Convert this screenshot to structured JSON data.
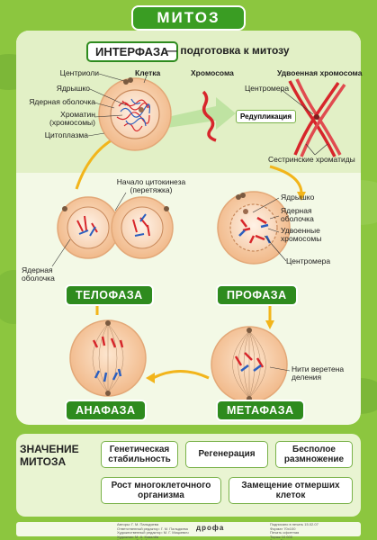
{
  "title": "МИТОЗ",
  "interphase": {
    "title": "ИНТЕРФАЗА",
    "subtitle": "— подготовка к митозу",
    "cell_labels": {
      "cell": "Клетка",
      "centrioles": "Центриоли",
      "nucleolus": "Ядрышко",
      "nuclear_envelope": "Ядерная оболочка",
      "chromatin": "Хроматин (хромосомы)",
      "cytoplasm": "Цитоплазма"
    },
    "chromosome": "Хромосома",
    "doubled_chromosome": "Удвоенная хромосома",
    "centromere": "Центромера",
    "replication": "Редупликация",
    "sister_chromatids": "Сестринские хроматиды"
  },
  "telophase": {
    "label": "ТЕЛОФАЗА",
    "cytokinesis": "Начало цитокинеза (перетяжка)",
    "nuclear_envelope": "Ядерная оболочка"
  },
  "prophase": {
    "label": "ПРОФАЗА",
    "nucleolus": "Ядрышко",
    "nuclear_envelope": "Ядерная оболочка",
    "doubled_chromosomes": "Удвоенные хромосомы",
    "centromere": "Центромера"
  },
  "metaphase": {
    "label": "МЕТАФАЗА",
    "spindle": "Нити веретена деления"
  },
  "anaphase": {
    "label": "АНАФАЗА"
  },
  "significance": {
    "title_line1": "ЗНАЧЕНИЕ",
    "title_line2": "МИТОЗА",
    "items": [
      "Генетическая стабильность",
      "Регенерация",
      "Бесполое размножение",
      "Рост многоклеточного организма",
      "Замещение отмерших клеток"
    ]
  },
  "footer": {
    "publisher": "дрофа",
    "credits_left": "Авторы: Г. М. Пальдяева\nОтветственный редактор: Г. М. Пальдяева\nХудожественный редактор: М. Г. Мицкевич\nХудожник: М. А. Ковалёв\nКорректор: Е. А. Андреева",
    "credits_right": "Подписано в печать 15.02.07\nФормат 70х100\nПечать офсетная\nТираж 10 000\nЗаказ №\n© ООО «Дрофа», 2007"
  },
  "colors": {
    "background": "#8cc63f",
    "label_green": "#2e8b1e",
    "cell_fill": "#f5c9a0",
    "chromosome_red": "#d7262b",
    "chromosome_blue": "#2b5fbf",
    "arrow_yellow": "#f2b51b"
  }
}
